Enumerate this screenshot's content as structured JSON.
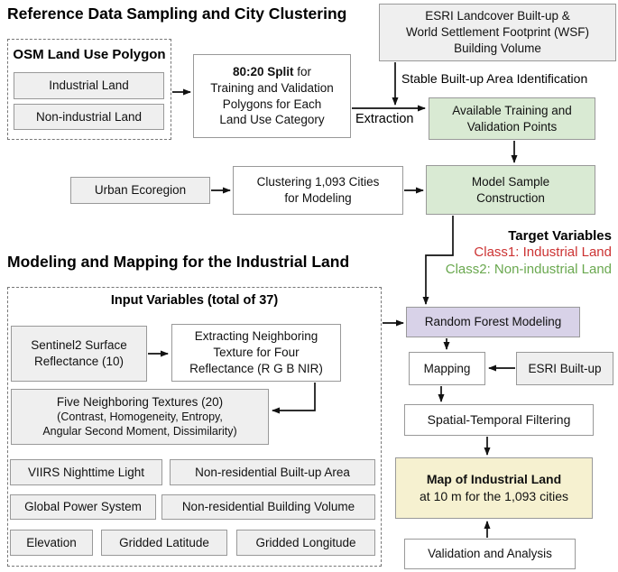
{
  "section1": {
    "title": "Reference Data Sampling and City Clustering",
    "osm": {
      "title": "OSM Land Use Polygon",
      "industrial": "Industrial Land",
      "non_industrial": "Non-industrial Land"
    },
    "split": {
      "bold": "80:20 Split",
      "bold_suffix": " for",
      "line2": "Training and Validation",
      "line3": "Polygons for Each",
      "line4": "Land Use Category"
    },
    "esri": {
      "line1": "ESRI Landcover Built-up &",
      "line2": "World Settlement Footprint (WSF)",
      "line3": "Building Volume"
    },
    "stable_label": "Stable Built-up Area Identification",
    "extraction_label": "Extraction",
    "available": {
      "line1": "Available Training and",
      "line2": "Validation Points"
    },
    "urban": "Urban Ecoregion",
    "clustering": {
      "line1": "Clustering 1,093 Cities",
      "line2": "for Modeling"
    },
    "model_sample": {
      "line1": "Model Sample",
      "line2": "Construction"
    },
    "target": {
      "title": "Target Variables",
      "class1": "Class1: Industrial Land",
      "class2": "Class2: Non-industrial Land"
    }
  },
  "section2": {
    "title": "Modeling and Mapping for the Industrial Land",
    "input_title": "Input Variables (total of 37)",
    "sentinel": {
      "line1": "Sentinel2 Surface",
      "line2": "Reflectance (10)"
    },
    "extracting": {
      "line1": "Extracting Neighboring",
      "line2": "Texture for Four",
      "line3": "Reflectance (R G B NIR)"
    },
    "textures": {
      "line1": "Five Neighboring Textures (20)",
      "line2": "(Contrast, Homogeneity, Entropy,",
      "line3": "Angular Second Moment, Dissimilarity)"
    },
    "others": [
      "VIIRS Nighttime Light",
      "Non-residential Built-up Area",
      "Global Power System",
      "Non-residential Building Volume",
      "Elevation",
      "Gridded Latitude",
      "Gridded Longitude"
    ],
    "random_forest": "Random Forest Modeling",
    "mapping": "Mapping",
    "esri_builtup": "ESRI Built-up",
    "filtering": "Spatial-Temporal Filtering",
    "map": {
      "line1": "Map of Industrial Land",
      "line2": "at 10 m for the 1,093 cities"
    },
    "validation": "Validation and Analysis"
  },
  "colors": {
    "green_fill": "#d9ead3",
    "lavender_fill": "#d8d2e8",
    "cream_fill": "#f6f1d0",
    "gray_fill": "#efefef",
    "red_text": "#cc3333",
    "class_green_text": "#6aa84f",
    "arrow": "#111111"
  }
}
